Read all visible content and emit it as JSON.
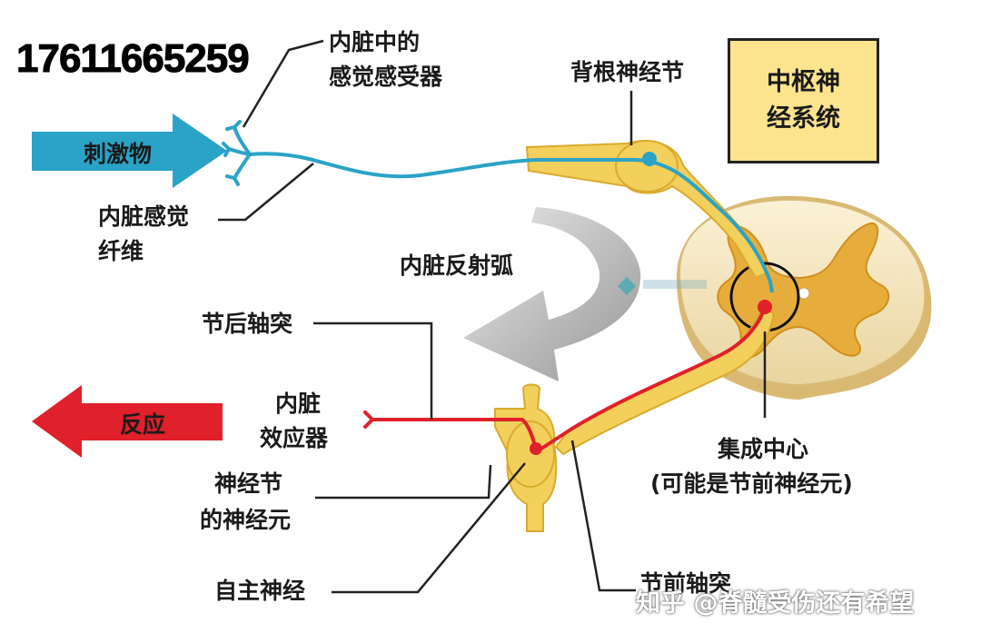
{
  "phone_number": "17611665259",
  "stimulus_arrow": {
    "label": "刺激物",
    "color": "#2aa3c7"
  },
  "response_arrow": {
    "label": "反应",
    "color": "#e0202a"
  },
  "central_box": {
    "line1": "中枢神",
    "line2": "经系统",
    "color": "#fbe48d"
  },
  "labels": {
    "visceral_receptor_1": "内脏中的",
    "visceral_receptor_2": "感觉感受器",
    "dorsal_root_ganglion": "背根神经节",
    "visceral_sensory_fiber_1": "内脏感觉",
    "visceral_sensory_fiber_2": "纤维",
    "visceral_reflex_arc": "内脏反射弧",
    "postganglionic_axon": "节后轴突",
    "visceral_effector_1": "内脏",
    "visceral_effector_2": "效应器",
    "ganglion_neuron_1": "神经节",
    "ganglion_neuron_2": "的神经元",
    "autonomic_nerve": "自主神经",
    "integration_center": "集成中心",
    "integration_center_note": "(可能是节前神经元)",
    "preganglionic_axon": "节前轴突"
  },
  "watermark": "知乎 @脊髓受伤还有希望",
  "colors": {
    "sensory_fiber": "#2aa3c7",
    "motor_fiber": "#e0202a",
    "nerve_sheath": "#f3cf5c",
    "spinal_white_matter": "#f9ebc6",
    "spinal_gray_matter": "#e3a93a",
    "reflex_arrow": "#9a9a9a"
  }
}
